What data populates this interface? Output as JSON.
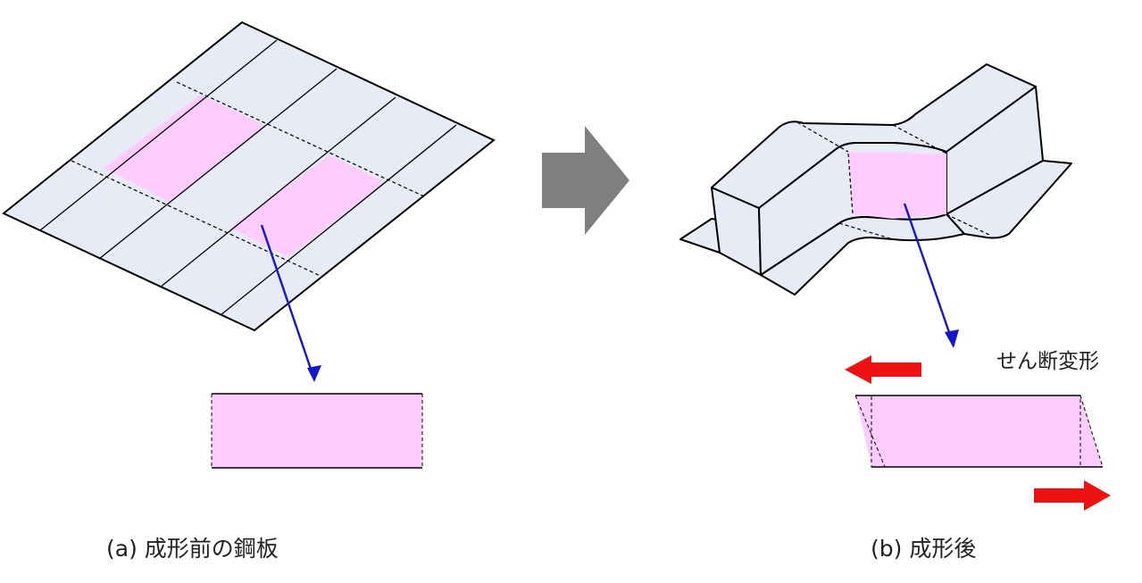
{
  "captions": {
    "left": "(a) 成形前の鋼板",
    "right": "(b) 成形後"
  },
  "annotation": {
    "shear_label": "せん断変形"
  },
  "colors": {
    "sheet_fill": "#e6ebf5",
    "pink": "#ffccff",
    "arrow_blue": "#1515cc",
    "arrow_red": "#ee1111",
    "arrow_gray": "#7f7f7f",
    "outline": "#000000"
  }
}
